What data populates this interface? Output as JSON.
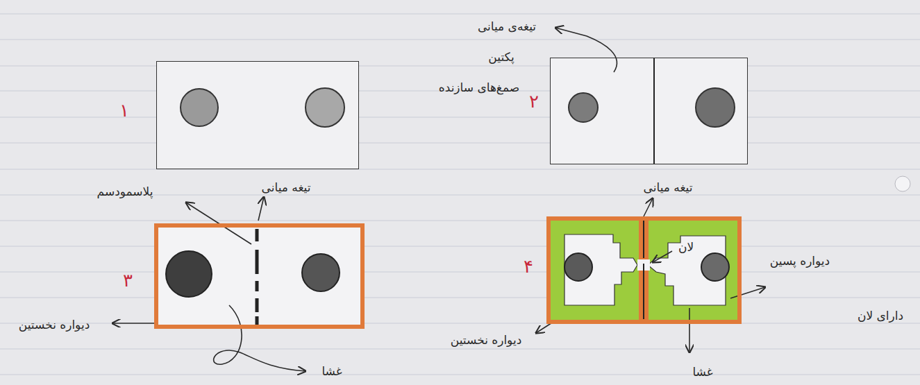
{
  "diagram": {
    "nodes": [
      {
        "text": [
          "۱"
        ]
      },
      {
        "text": [
          "۲"
        ]
      },
      {
        "text": [
          "۳"
        ]
      },
      {
        "text": [
          "۴"
        ]
      }
    ],
    "labels": [
      "تیغه‌ی میانی",
      "پکتین",
      "صمغ‌های سازنده",
      "پلاسمودسم",
      "تیغه میانی",
      "تیغه میانی",
      "لان",
      "دیواره پسین",
      "دیواره نخستین",
      "دارای لان",
      "دیواره نخستین",
      "غشا",
      "غشا"
    ]
  }
}
